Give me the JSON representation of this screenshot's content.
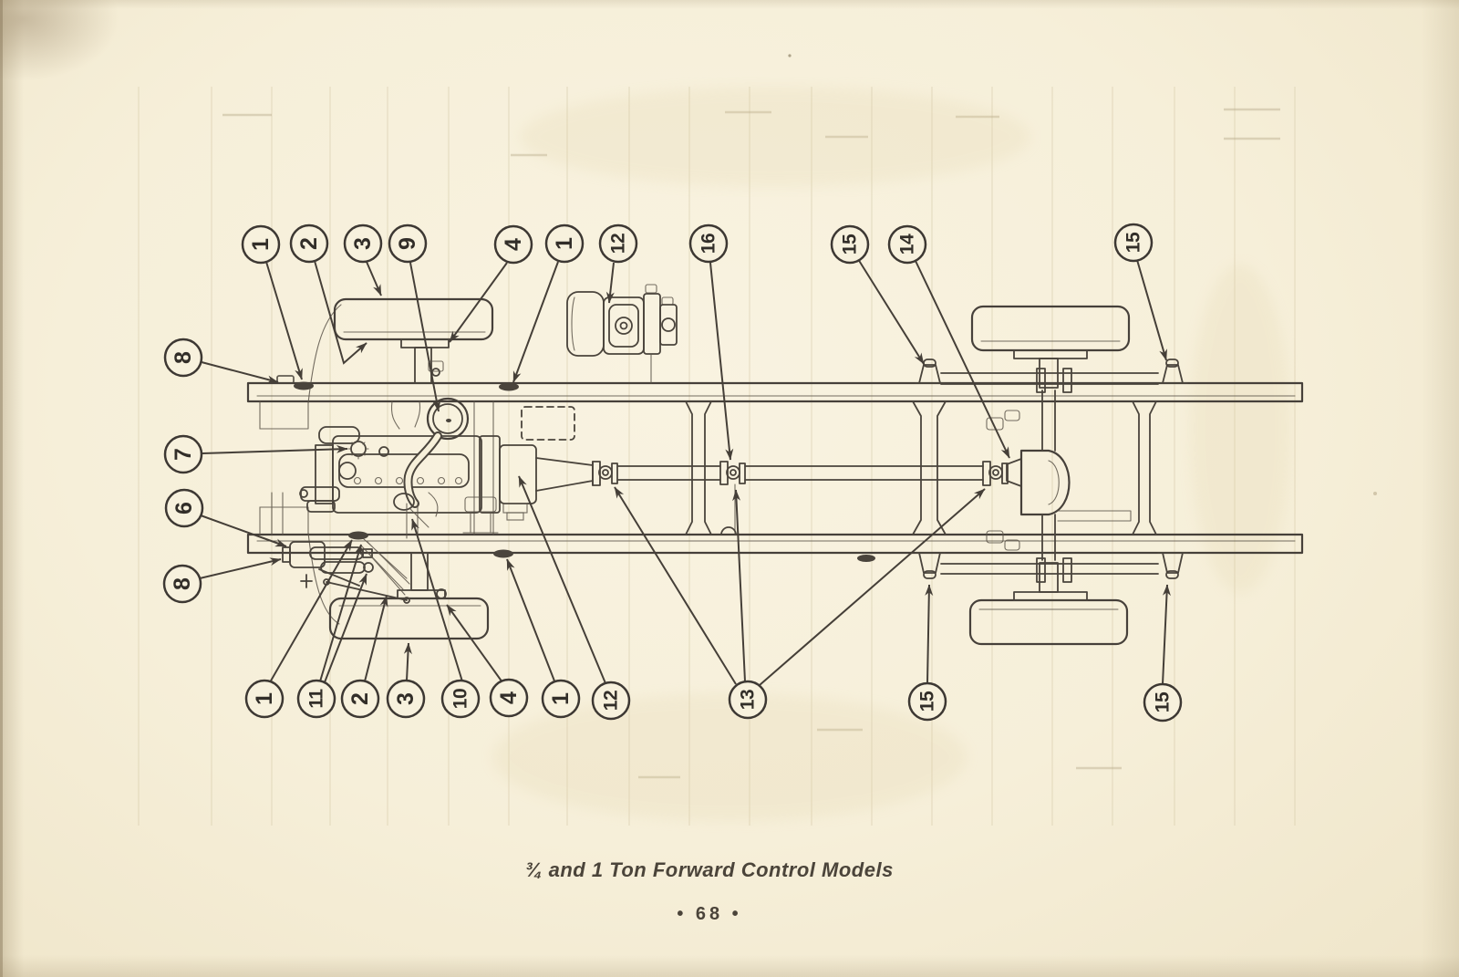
{
  "page": {
    "caption": "¾ and 1 Ton Forward Control Models",
    "page_number": "• 68 •"
  },
  "colors": {
    "paper": "#f6efd9",
    "paper_edge": "#e7ddc1",
    "ink": "#4a443c",
    "callout_text": "#322e29",
    "ghost_bleed": "#cfc3a0"
  },
  "callouts": {
    "top": [
      "1",
      "2",
      "3",
      "9",
      "4",
      "1",
      "12",
      "16",
      "15",
      "14",
      "15"
    ],
    "left": [
      "8",
      "7",
      "6",
      "8"
    ],
    "bottom": [
      "1",
      "11",
      "2",
      "3",
      "10",
      "4",
      "1",
      "12",
      "13",
      "15",
      "15"
    ]
  }
}
